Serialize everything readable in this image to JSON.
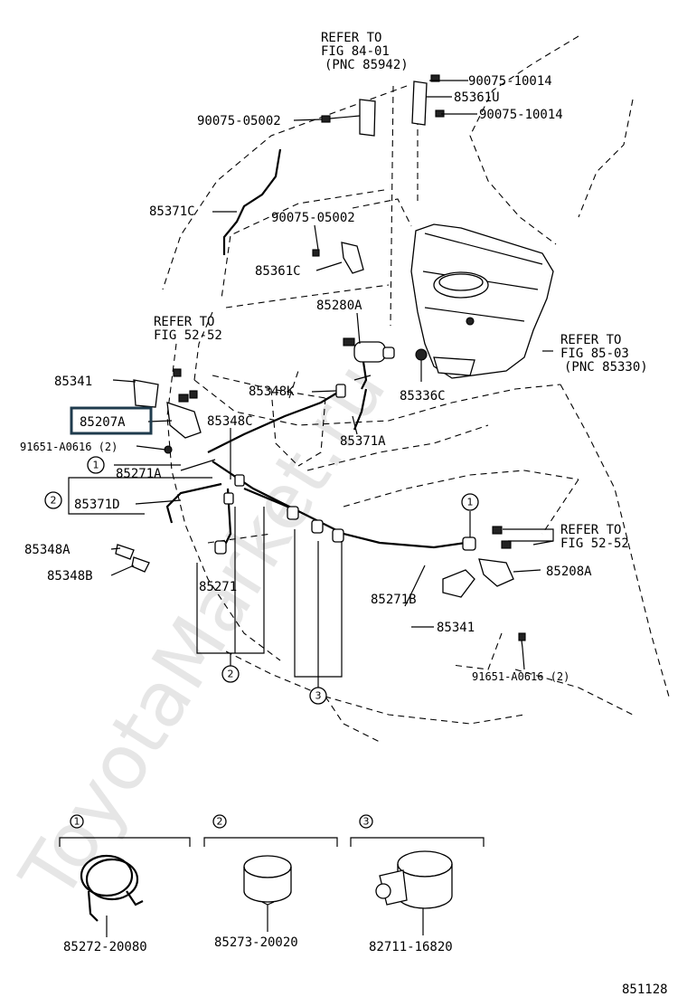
{
  "watermark": "ToyotaMarket.ru",
  "figure_number": "851128",
  "highlighted_part": "85207A",
  "refer_notes": {
    "top": [
      "REFER TO",
      "FIG 84-01",
      "(PNC 85942)"
    ],
    "left": [
      "REFER TO",
      "FIG 52-52"
    ],
    "right_tank": [
      "REFER TO",
      "FIG 85-03",
      "(PNC 85330)"
    ],
    "right_lower": [
      "REFER TO",
      "FIG 52-52"
    ]
  },
  "parts": {
    "p90075_10014_a": "90075-10014",
    "p85361U": "85361U",
    "p90075_10014_b": "90075-10014",
    "p90075_05002_a": "90075-05002",
    "p85371C": "85371C",
    "p90075_05002_b": "90075-05002",
    "p85361C": "85361C",
    "p85280A": "85280A",
    "p85341_left": "85341",
    "p85348K": "85348K",
    "p85336C": "85336C",
    "p85207A": "85207A",
    "p85348C": "85348C",
    "p91651_left": "91651-A0616 (2)",
    "p85371A": "85371A",
    "p85271A": "85271A",
    "p85371D": "85371D",
    "p85348A": "85348A",
    "p85348B": "85348B",
    "p85271": "85271",
    "p85208A": "85208A",
    "p85271B": "85271B",
    "p85341_right": "85341",
    "p91651_right": "91651-A0616 (2)"
  },
  "callouts": [
    "1",
    "2",
    "1",
    "2",
    "3"
  ],
  "legend": [
    {
      "num": "1",
      "part": "85272-20080"
    },
    {
      "num": "2",
      "part": "85273-20020"
    },
    {
      "num": "3",
      "part": "82711-16820"
    }
  ]
}
